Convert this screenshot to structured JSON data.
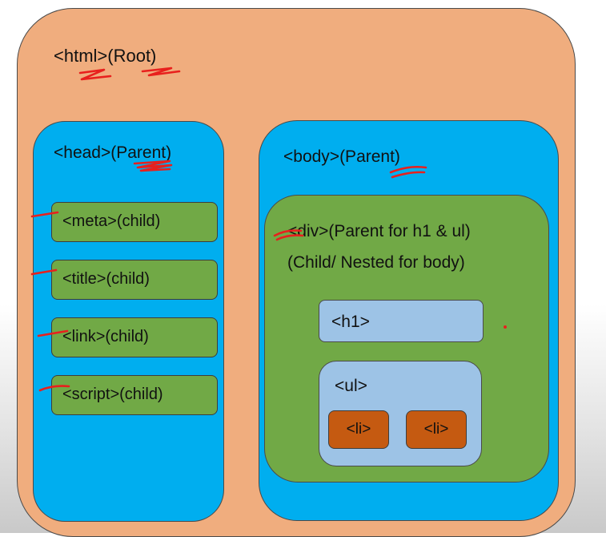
{
  "diagram": {
    "html_label": "<html>(Root)",
    "head_label": "<head>(Parent)",
    "head_children": [
      "<meta>(child)",
      "<title>(child)",
      "<link>(child)",
      "<script>(child)"
    ],
    "body_label": "<body>(Parent)",
    "div_label_line1": "<div>(Parent for h1 & ul)",
    "div_label_line2": "(Child/ Nested for body)",
    "h1_label": "<h1>",
    "ul_label": "<ul>",
    "li_labels": [
      "<li>",
      "<li>"
    ]
  },
  "colors": {
    "html_fill": "#f0ad7e",
    "parent_fill": "#00aeef",
    "child_fill": "#71a946",
    "h1_ul_fill": "#9dc3e6",
    "li_fill": "#c55a11",
    "annotation_ink": "#e8201d"
  }
}
